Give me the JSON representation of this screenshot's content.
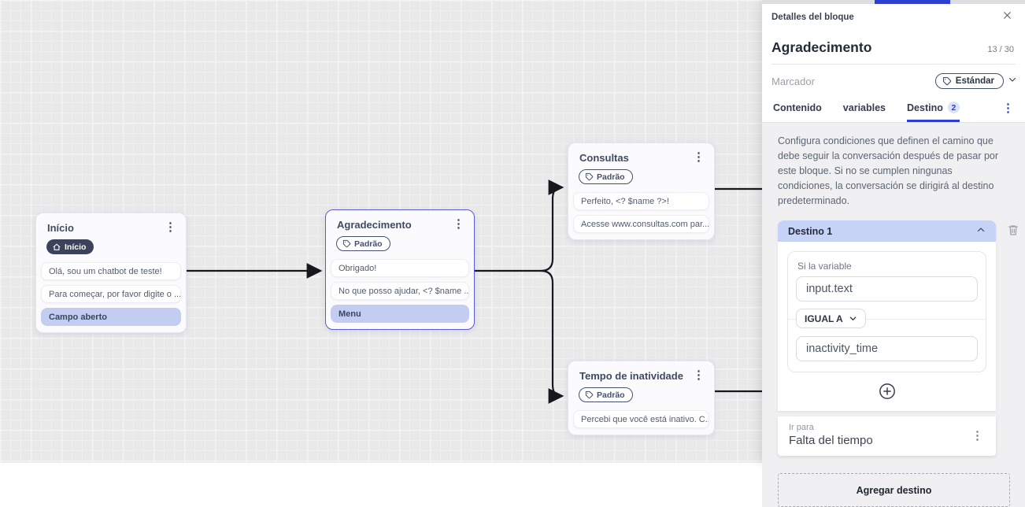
{
  "canvas": {
    "nodes": [
      {
        "title": "Início",
        "badge": "Início",
        "items": [
          "Olá, sou um chatbot de teste!",
          "Para começar, por favor digite o ...",
          "Campo aberto"
        ]
      },
      {
        "title": "Agradecimento",
        "tag": "Padrão",
        "items": [
          "Obrigado!",
          "No que posso ajudar, <? $name ...",
          "Menu"
        ]
      },
      {
        "title": "Consultas",
        "tag": "Padrão",
        "items": [
          "Perfeito, <? $name ?>!",
          "Acesse www.consultas.com par..."
        ]
      },
      {
        "title": "Tempo de inatividade",
        "tag": "Padrão",
        "items": [
          "Percebi que você está inativo. C..."
        ]
      }
    ]
  },
  "panel": {
    "header": {
      "title": "Detalles del bloque"
    },
    "block": {
      "name": "Agradecimento",
      "counter": "13 / 30"
    },
    "marker": {
      "placeholder": "Marcador",
      "tag_label": "Estándar"
    },
    "tabs": [
      {
        "label": "Contenido"
      },
      {
        "label": "variables"
      },
      {
        "label": "Destino",
        "badge": "2"
      }
    ],
    "description": "Configura condiciones que definen el camino que debe seguir la conversación después de pasar por este bloque. Si no se cumplen ningunas condiciones, la conversación se dirigirá al destino predeterminado.",
    "destination": {
      "title": "Destino 1",
      "condition": {
        "label": "Si la variable",
        "variable": "input.text",
        "operator": "IGUAL A",
        "value": "inactivity_time"
      },
      "go_to": {
        "label": "Ir para",
        "value": "Falta del tiempo"
      }
    },
    "add_destination_label": "Agregar destino",
    "colors": {
      "accent": "#2e3ed1",
      "highlight": "#c3cdf1",
      "destination_header": "#c6d2f6",
      "edge": "#16181d"
    }
  }
}
